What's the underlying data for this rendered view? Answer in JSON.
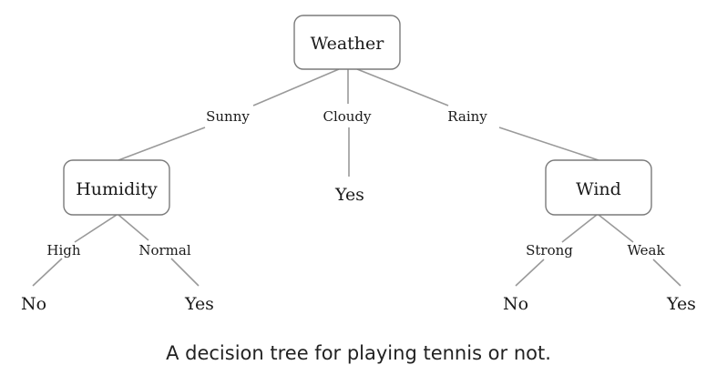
{
  "tree": {
    "root": {
      "label": "Weather"
    },
    "edges": {
      "sunny": "Sunny",
      "cloudy": "Cloudy",
      "rainy": "Rainy",
      "high": "High",
      "normal": "Normal",
      "strong": "Strong",
      "weak": "Weak"
    },
    "nodes": {
      "humidity": "Humidity",
      "wind": "Wind"
    },
    "leaves": {
      "cloudy_yes": "Yes",
      "high_no": "No",
      "normal_yes": "Yes",
      "strong_no": "No",
      "weak_yes": "Yes"
    }
  },
  "caption": "A decision tree for playing tennis or not."
}
